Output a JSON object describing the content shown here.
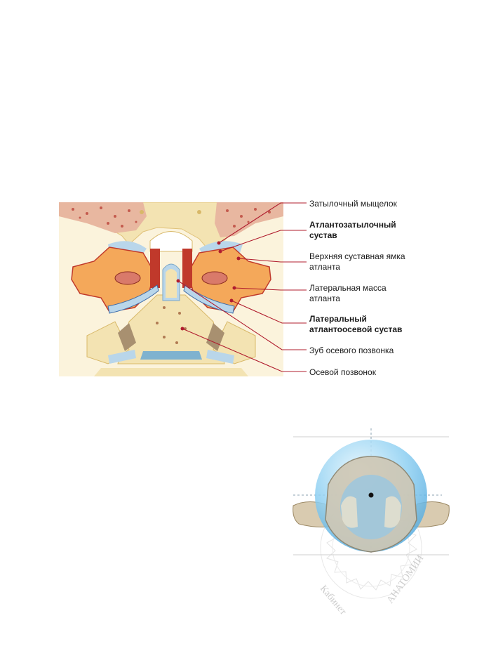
{
  "labels": [
    {
      "text": "Затылочный мыщелок",
      "bold": false
    },
    {
      "text": "Атлантозатылочный сустав",
      "bold": true
    },
    {
      "text": "Верхняя суставная ямка атланта",
      "bold": false
    },
    {
      "text": "Латеральная масса атланта",
      "bold": false
    },
    {
      "text": "Латеральный атлантоосевой сустав",
      "bold": true
    },
    {
      "text": "Зуб осевого позвонка",
      "bold": false
    },
    {
      "text": "Осевой позвонок",
      "bold": false
    }
  ],
  "label_lines": {
    "l1": "Затылочный мыщелок",
    "l2a": "Атлантозатылочный",
    "l2b": "сустав",
    "l3a": "Верхняя суставная ямка",
    "l3b": "атланта",
    "l4a": "Латеральная масса",
    "l4b": "атланта",
    "l5a": "Латеральный",
    "l5b": "атлантоосевой сустав",
    "l6": "Зуб осевого позвонка",
    "l7": "Осевой позвонок"
  },
  "stamp": {
    "text_left": "Кабинет",
    "text_right": "АНАТОМИИ"
  },
  "colors": {
    "leader": "#b01c2e",
    "bone": "#f3e3b2",
    "bone_dark": "#e8cf86",
    "cartilage": "#b9d6ea",
    "atlas_orange": "#f4a85a",
    "atlas_red": "#c0392b",
    "marrow": "#d97a6a",
    "sphere": "#8fd0f2"
  },
  "icons": [
    "atlas-vertebra-illustration",
    "craniovertebral-junction-illustration",
    "watermark-seal-icon"
  ]
}
